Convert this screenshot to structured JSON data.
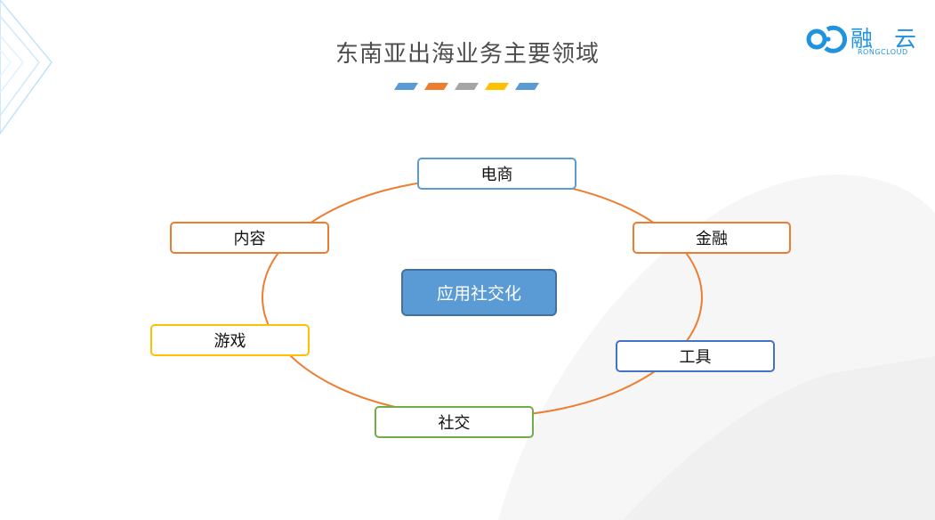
{
  "title": "东南亚出海业务主要领域",
  "logo": {
    "name_cn": "融 云",
    "name_en": "RONGCLOUD",
    "color": "#1f93e0"
  },
  "title_dashes": [
    "#5b9bd5",
    "#ed7d31",
    "#a5a5a5",
    "#ffc000",
    "#5b9bd5"
  ],
  "ring_color": "#ed7d31",
  "center": {
    "label": "应用社交化",
    "fill": "#5b9bd5",
    "border": "#41719c"
  },
  "nodes": [
    {
      "id": "ecommerce",
      "label": "电商",
      "color": "#5b9bd5"
    },
    {
      "id": "finance",
      "label": "金融",
      "color": "#ed7d31"
    },
    {
      "id": "tools",
      "label": "工具",
      "color": "#4472c4"
    },
    {
      "id": "social",
      "label": "社交",
      "color": "#70ad47"
    },
    {
      "id": "games",
      "label": "游戏",
      "color": "#ffc000"
    },
    {
      "id": "content",
      "label": "内容",
      "color": "#ed7d31"
    }
  ]
}
